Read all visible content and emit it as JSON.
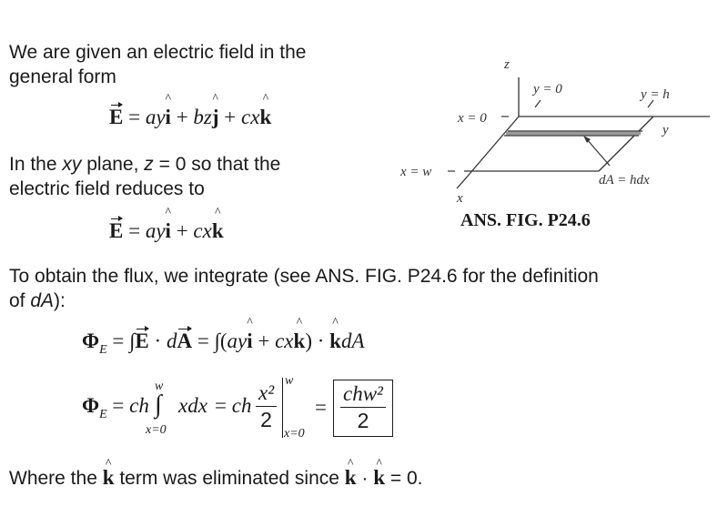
{
  "intro": {
    "line1": "We are given an electric field in the",
    "line2": "general form"
  },
  "eq_general": {
    "E": "E",
    "eq": " = ",
    "t1": "ay",
    "i": "i",
    "p1": " + ",
    "t2": "bz",
    "j": "j",
    "p2": " + ",
    "t3": "cx",
    "k": "k"
  },
  "plane": {
    "l1_a": "In the ",
    "l1_xy": "xy",
    "l1_b": " plane, ",
    "l1_z": "z",
    "l1_c": " = 0 so that the",
    "line2": "electric field reduces to"
  },
  "eq_reduced": {
    "E": "E",
    "eq": " = ",
    "t1": "ay",
    "i": "i",
    "p1": " + ",
    "t3": "cx",
    "k": "k"
  },
  "figure": {
    "caption": "ANS. FIG. P24.6",
    "label_z": "z",
    "label_y0": "y = 0",
    "label_yh": "y = h",
    "label_y": "y",
    "label_x0": "x = 0",
    "label_xw": "x = w",
    "label_x": "x",
    "label_dA": "dA = hdx"
  },
  "flux_intro": {
    "line1": "To obtain the flux, we integrate (see ANS. FIG. P24.6 for the definition",
    "l2_a": "of ",
    "l2_dA": "dA",
    "l2_b": "):"
  },
  "eq_flux1": {
    "phi": "Φ",
    "sub": "E",
    "eq1": " = ∫",
    "E": "E",
    "dot1": " · ",
    "d": "d",
    "A": "A",
    "eq2": " = ∫(",
    "t1": "ay",
    "i": "i",
    "p": " + ",
    "t3": "cx",
    "k": "k",
    "close": ") · ",
    "k2": "k",
    "dA": "dA"
  },
  "eq_flux2": {
    "phi": "Φ",
    "sub": "E",
    "eq1": " = ",
    "ch": "ch",
    "int": "∫",
    "upper": "w",
    "lower": "x=0",
    "xdx": "xdx",
    "eq2": " = ",
    "ch2": "ch",
    "num": "x²",
    "den": "2",
    "eval_upper": "w",
    "eval_lower": "x=0",
    "eq3": "=",
    "box_num": "chw²",
    "box_den": "2"
  },
  "conclusion": {
    "a": "Where the ",
    "k": "k",
    "b": " term was eliminated since ",
    "k2": "k",
    "dot": " · ",
    "k3": "k",
    "c": " = 0."
  },
  "colors": {
    "text": "#1a1a1a",
    "figure_line": "#333333"
  }
}
